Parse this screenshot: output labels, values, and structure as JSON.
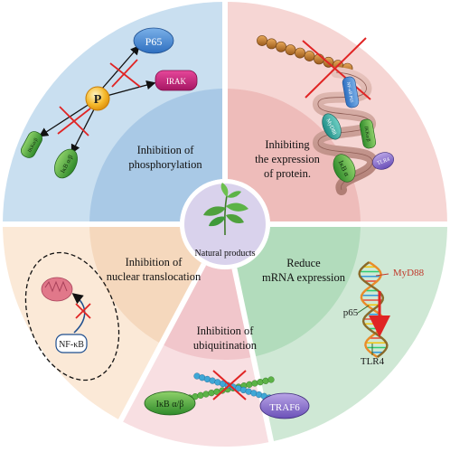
{
  "center": {
    "label": "Natural products"
  },
  "segments": [
    {
      "id": "phosphorylation",
      "lines": [
        "Inhibition of",
        "phosphorylation"
      ],
      "outer_color": "#c9dff0",
      "inner_color": "#a9c9e6"
    },
    {
      "id": "protein",
      "lines": [
        "Inhibiting",
        "the expression",
        "of protein."
      ],
      "outer_color": "#f6d6d4",
      "inner_color": "#eebcba"
    },
    {
      "id": "mrna",
      "lines": [
        "Reduce",
        "mRNA expression"
      ],
      "outer_color": "#cfe8d5",
      "inner_color": "#b2dcbc"
    },
    {
      "id": "ubiquitination",
      "lines": [
        "Inhibition of",
        "ubiquitination"
      ],
      "outer_color": "#f8dfe2",
      "inner_color": "#f1c6cb"
    },
    {
      "id": "nuclear",
      "lines": [
        "Inhibition of",
        "nuclear translocation"
      ],
      "outer_color": "#fbe9d7",
      "inner_color": "#f5d8bd"
    }
  ],
  "phospho_panel": {
    "p_label": "P",
    "p65": "P65",
    "irak": "IRAK",
    "ikk": "IKKα/β",
    "ikb": "IκB α/β"
  },
  "protein_panel": {
    "lbl_nfkb_p65": "NF-κB P65",
    "lbl_myd88": "MyD88",
    "lbl_ikk": "IKKα/β",
    "lbl_ikb": "IκB α",
    "lbl_tlr4": "TLR4"
  },
  "mrna_panel": {
    "myd88": "MyD88",
    "p65": "p65",
    "tlr4": "TLR4"
  },
  "ubiq_panel": {
    "ikb": "IκB α/β",
    "traf6": "TRAF6"
  },
  "nuclear_panel": {
    "nfkb": "NF-κB"
  },
  "colors": {
    "inhibit_red": "#e02424",
    "divider": "#ffffff",
    "leaf_green": "#3f9a3a",
    "center_fill": "#d9d2ec"
  }
}
